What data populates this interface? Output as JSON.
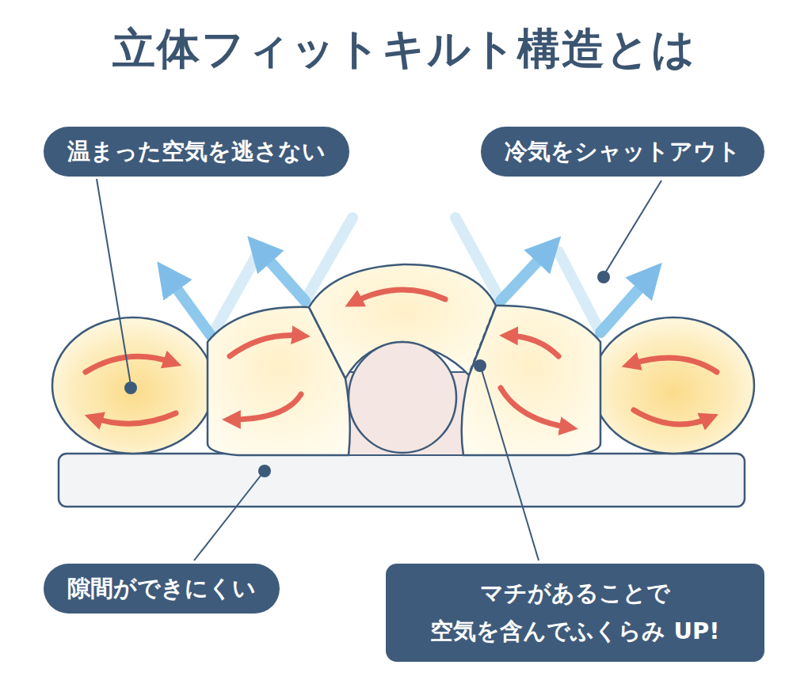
{
  "diagram": {
    "title": "立体フィットキルト構造とは",
    "nodes": [
      {
        "text": [
          "温まった空気を逃さない"
        ]
      },
      {
        "text": [
          "冷気をシャットアウト"
        ]
      },
      {
        "text": [
          "隙間ができにくい"
        ]
      },
      {
        "text": [
          "マチがあることで 空気を含んでふくらみ UP!"
        ]
      }
    ]
  }
}
